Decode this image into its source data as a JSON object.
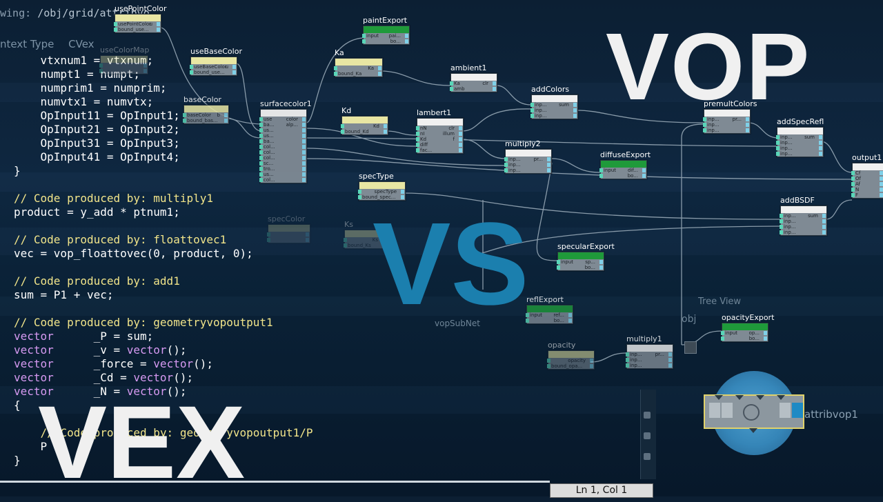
{
  "editor": {
    "path_label": "wing:",
    "path_value": "/obj/grid/attribvo",
    "tabs": [
      "ntext Type",
      "CVex"
    ],
    "lines": [
      {
        "t": "    vtxnum1 = vtxnum;",
        "c": "code"
      },
      {
        "t": "    numpt1 = numpt;",
        "c": "code"
      },
      {
        "t": "    numprim1 = numprim;",
        "c": "code"
      },
      {
        "t": "    numvtx1 = numvtx;",
        "c": "code"
      },
      {
        "t": "    OpInput11 = OpInput1;",
        "c": "code"
      },
      {
        "t": "    OpInput21 = OpInput2;",
        "c": "code"
      },
      {
        "t": "    OpInput31 = OpInput3;",
        "c": "code"
      },
      {
        "t": "    OpInput41 = OpInput4;",
        "c": "code"
      },
      {
        "t": "}",
        "c": "code"
      },
      {
        "t": "",
        "c": "code"
      },
      {
        "t": "// Code produced by: multiply1",
        "c": "comment"
      },
      {
        "t": "product = y_add * ptnum1;",
        "c": "code"
      },
      {
        "t": "",
        "c": "code"
      },
      {
        "t": "// Code produced by: floattovec1",
        "c": "comment"
      },
      {
        "t": "vec = vop_floattovec(0, product, 0);",
        "c": "code"
      },
      {
        "t": "",
        "c": "code"
      },
      {
        "t": "// Code produced by: add1",
        "c": "comment"
      },
      {
        "t": "sum = P1 + vec;",
        "c": "code"
      },
      {
        "t": "",
        "c": "code"
      },
      {
        "t": "// Code produced by: geometryvopoutput1",
        "c": "comment"
      },
      {
        "t": "vector      _P = sum;",
        "c": "decl"
      },
      {
        "t": "vector      _v = vector();",
        "c": "decl"
      },
      {
        "t": "vector      _force = vector();",
        "c": "decl"
      },
      {
        "t": "vector      _Cd = vector();",
        "c": "decl"
      },
      {
        "t": "vector      _N = vector();",
        "c": "decl"
      },
      {
        "t": "{",
        "c": "code"
      },
      {
        "t": "",
        "c": "code"
      },
      {
        "t": "    // Code produced by: geometryvopoutput1/P",
        "c": "comment"
      },
      {
        "t": "    P = ",
        "c": "code"
      },
      {
        "t": "}",
        "c": "code"
      }
    ],
    "status": "Ln 1, Col 1"
  },
  "titles": {
    "vop": "VOP",
    "vs": "VS",
    "vex": "VEX"
  },
  "ghost": {
    "obj": "obj",
    "tree": "Tree View",
    "attribvop": "attribvop1",
    "subnet": "vopSubNet"
  },
  "nodes": [
    {
      "id": "usePointColor",
      "label": "usePointColor",
      "type": "param",
      "rows": [
        [
          "usePointColor",
          "u"
        ],
        [
          "bound_use...",
          ""
        ]
      ]
    },
    {
      "id": "useColorMap",
      "label": "useColorMap",
      "type": "param",
      "rows": [
        [
          "",
          ""
        ],
        [
          "",
          ""
        ]
      ]
    },
    {
      "id": "useBaseColor",
      "label": "useBaseColor",
      "type": "param",
      "rows": [
        [
          "useBaseColor",
          "u"
        ],
        [
          "bound_use...",
          ""
        ]
      ]
    },
    {
      "id": "baseColor",
      "label": "baseColor",
      "type": "param",
      "rows": [
        [
          "baseColor",
          "b"
        ],
        [
          "bound_bas...",
          ""
        ]
      ]
    },
    {
      "id": "surfacecolor1",
      "label": "surfacecolor1",
      "type": "gray",
      "rows": [
        [
          "use",
          "color"
        ],
        [
          "ba...",
          "alp..."
        ],
        [
          "us...",
          ""
        ],
        [
          "us...",
          ""
        ],
        [
          "ba...",
          ""
        ],
        [
          "col...",
          ""
        ],
        [
          "col...",
          ""
        ],
        [
          "col...",
          ""
        ],
        [
          "sc...",
          ""
        ],
        [
          "tro...",
          ""
        ],
        [
          "us...",
          ""
        ],
        [
          "col...",
          ""
        ]
      ]
    },
    {
      "id": "paintExport",
      "label": "paintExport",
      "type": "export",
      "rows": [
        [
          "input",
          "pai..."
        ],
        [
          "",
          "bo..."
        ]
      ]
    },
    {
      "id": "Ka",
      "label": "Ka",
      "type": "param",
      "rows": [
        [
          "",
          "Ka"
        ],
        [
          "bound_Ka",
          ""
        ]
      ]
    },
    {
      "id": "ambient1",
      "label": "ambient1",
      "type": "gray",
      "rows": [
        [
          "Ka",
          "clr"
        ],
        [
          "amb",
          ""
        ]
      ]
    },
    {
      "id": "addColors",
      "label": "addColors",
      "type": "gray",
      "rows": [
        [
          "inp...",
          "sum"
        ],
        [
          "inp...",
          ""
        ],
        [
          "inp...",
          ""
        ]
      ]
    },
    {
      "id": "Kd",
      "label": "Kd",
      "type": "param",
      "rows": [
        [
          "",
          "Kd"
        ],
        [
          "bound_Kd",
          ""
        ]
      ]
    },
    {
      "id": "lambert1",
      "label": "lambert1",
      "type": "gray",
      "rows": [
        [
          "nN",
          "clr"
        ],
        [
          "nI",
          "illum"
        ],
        [
          "Kd",
          "f"
        ],
        [
          "diff",
          ""
        ],
        [
          "fac...",
          ""
        ]
      ]
    },
    {
      "id": "multiply2",
      "label": "multiply2",
      "type": "gray",
      "rows": [
        [
          "inp...",
          "pr..."
        ],
        [
          "inp...",
          ""
        ],
        [
          "inp...",
          ""
        ]
      ]
    },
    {
      "id": "diffuseExport",
      "label": "diffuseExport",
      "type": "export",
      "rows": [
        [
          "input",
          "dif..."
        ],
        [
          "",
          "bo..."
        ]
      ]
    },
    {
      "id": "premultColors",
      "label": "premultColors",
      "type": "gray",
      "rows": [
        [
          "inp...",
          "pr..."
        ],
        [
          "inp...",
          ""
        ],
        [
          "inp...",
          ""
        ]
      ]
    },
    {
      "id": "addSpecRefl",
      "label": "addSpecRefl",
      "type": "gray",
      "rows": [
        [
          "inp...",
          "sum"
        ],
        [
          "inp...",
          ""
        ],
        [
          "inp...",
          ""
        ],
        [
          "inp...",
          ""
        ]
      ]
    },
    {
      "id": "output1",
      "label": "output1",
      "type": "gray",
      "rows": [
        [
          "Cf",
          ""
        ],
        [
          "Of",
          ""
        ],
        [
          "Af",
          ""
        ],
        [
          "N",
          ""
        ],
        [
          "F",
          ""
        ]
      ]
    },
    {
      "id": "specType",
      "label": "specType",
      "type": "param",
      "rows": [
        [
          "",
          "specType"
        ],
        [
          "bound_spec...",
          ""
        ]
      ]
    },
    {
      "id": "addBSDF",
      "label": "addBSDF",
      "type": "gray",
      "rows": [
        [
          "inp...",
          "sum"
        ],
        [
          "inp...",
          ""
        ],
        [
          "inp...",
          ""
        ],
        [
          "inp...",
          ""
        ]
      ]
    },
    {
      "id": "specularExport",
      "label": "specularExport",
      "type": "export",
      "rows": [
        [
          "input",
          "sp..."
        ],
        [
          "",
          "bo..."
        ]
      ]
    },
    {
      "id": "reflExport",
      "label": "reflExport",
      "type": "export",
      "rows": [
        [
          "input",
          "ref..."
        ],
        [
          "",
          "bo..."
        ]
      ]
    },
    {
      "id": "opacityExport",
      "label": "opacityExport",
      "type": "export",
      "rows": [
        [
          "input",
          "op..."
        ],
        [
          "",
          "bo..."
        ]
      ]
    },
    {
      "id": "opacity",
      "label": "opacity",
      "type": "param",
      "rows": [
        [
          "",
          "opacity"
        ],
        [
          "bound_opa...",
          ""
        ]
      ]
    },
    {
      "id": "multiply1",
      "label": "multiply1",
      "type": "gray",
      "rows": [
        [
          "inp...",
          "pr..."
        ],
        [
          "inp...",
          ""
        ],
        [
          "inp...",
          ""
        ]
      ]
    },
    {
      "id": "Ks",
      "label": "Ks",
      "type": "param",
      "rows": [
        [
          "",
          "Ks"
        ],
        [
          "bound_Ks",
          ""
        ]
      ]
    },
    {
      "id": "specColor",
      "label": "specColor",
      "type": "param",
      "rows": [
        [
          "",
          ""
        ],
        [
          "",
          ""
        ]
      ]
    }
  ],
  "colors": {
    "accent_blue": "#1b7fae",
    "param_header": "#e8e6a3",
    "export_header": "#1f9a3a",
    "node_body": "#7f8a94",
    "pin": "#59d6b8",
    "wire": "#9fb0bd"
  }
}
